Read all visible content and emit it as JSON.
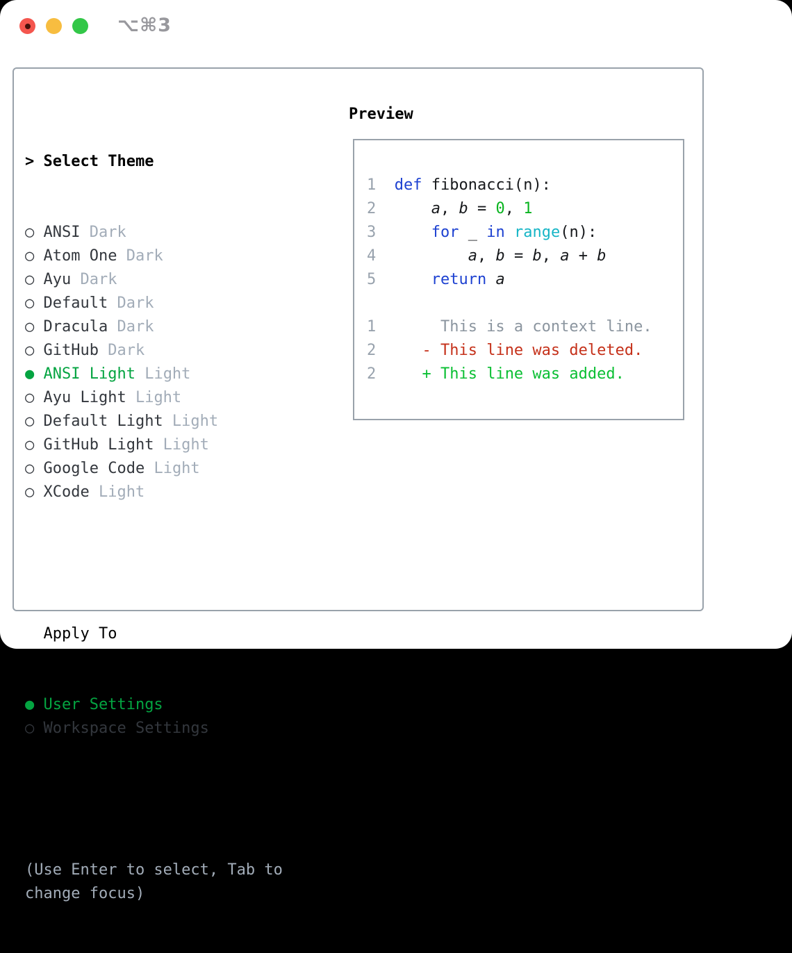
{
  "titlebar": {
    "shortcut": "⌥⌘3"
  },
  "icons": {
    "radio_selected": "●",
    "radio_unselected": "○",
    "prompt": ">"
  },
  "colors": {
    "traffic_red": "#f4564e",
    "traffic_red_dot": "#45100a",
    "traffic_yellow": "#f7bd40",
    "traffic_green": "#33c748",
    "shortcut_gray": "#98989d",
    "border_gray": "#99a2ab",
    "item_dark": "#33373d",
    "muted_gray": "#a2acb8",
    "ui_green": "#04a441",
    "linenum_gray": "#98a2ad",
    "code_black": "#17191c",
    "code_blue": "#1d41d1",
    "code_cyan": "#16b5c6",
    "code_green": "#09b41f",
    "diff_gray": "#8b959f",
    "diff_red": "#c5311a",
    "diff_green": "#0abf33"
  },
  "theme_list": {
    "prompt": ">",
    "title": "Select Theme",
    "items": [
      {
        "label": "ANSI",
        "variant": "Dark",
        "selected": false
      },
      {
        "label": "Atom One",
        "variant": "Dark",
        "selected": false
      },
      {
        "label": "Ayu",
        "variant": "Dark",
        "selected": false
      },
      {
        "label": "Default",
        "variant": "Dark",
        "selected": false
      },
      {
        "label": "Dracula",
        "variant": "Dark",
        "selected": false
      },
      {
        "label": "GitHub",
        "variant": "Dark",
        "selected": false
      },
      {
        "label": "ANSI Light",
        "variant": "Light",
        "selected": true
      },
      {
        "label": "Ayu Light",
        "variant": "Light",
        "selected": false
      },
      {
        "label": "Default Light",
        "variant": "Light",
        "selected": false
      },
      {
        "label": "GitHub Light",
        "variant": "Light",
        "selected": false
      },
      {
        "label": "Google Code",
        "variant": "Light",
        "selected": false
      },
      {
        "label": "XCode",
        "variant": "Light",
        "selected": false
      }
    ]
  },
  "apply_to": {
    "title": "Apply To",
    "options": [
      {
        "label": "User Settings",
        "selected": true
      },
      {
        "label": "Workspace Settings",
        "selected": false
      }
    ]
  },
  "hint": "(Use Enter to select, Tab to change focus)",
  "preview": {
    "title": "Preview",
    "lines": [
      {
        "name": "code-line-1",
        "segments": [
          {
            "text": "1",
            "style": "ln"
          },
          {
            "text": "  ",
            "style": "plain"
          },
          {
            "text": "def",
            "style": "kw"
          },
          {
            "text": " fibonacci(n):",
            "style": "plain"
          }
        ]
      },
      {
        "name": "code-line-2",
        "segments": [
          {
            "text": "2",
            "style": "ln"
          },
          {
            "text": "      ",
            "style": "plain"
          },
          {
            "text": "a",
            "style": "var"
          },
          {
            "text": ", ",
            "style": "plain"
          },
          {
            "text": "b",
            "style": "var"
          },
          {
            "text": " = ",
            "style": "plain"
          },
          {
            "text": "0",
            "style": "num"
          },
          {
            "text": ", ",
            "style": "plain"
          },
          {
            "text": "1",
            "style": "num"
          }
        ]
      },
      {
        "name": "code-line-3",
        "segments": [
          {
            "text": "3",
            "style": "ln"
          },
          {
            "text": "      ",
            "style": "plain"
          },
          {
            "text": "for",
            "style": "kw"
          },
          {
            "text": " _ ",
            "style": "plain"
          },
          {
            "text": "in",
            "style": "kw"
          },
          {
            "text": " ",
            "style": "plain"
          },
          {
            "text": "range",
            "style": "fn"
          },
          {
            "text": "(n):",
            "style": "plain"
          }
        ]
      },
      {
        "name": "code-line-4",
        "segments": [
          {
            "text": "4",
            "style": "ln"
          },
          {
            "text": "          ",
            "style": "plain"
          },
          {
            "text": "a",
            "style": "var"
          },
          {
            "text": ", ",
            "style": "plain"
          },
          {
            "text": "b",
            "style": "var"
          },
          {
            "text": " = ",
            "style": "plain"
          },
          {
            "text": "b",
            "style": "var"
          },
          {
            "text": ", ",
            "style": "plain"
          },
          {
            "text": "a",
            "style": "var"
          },
          {
            "text": " + ",
            "style": "plain"
          },
          {
            "text": "b",
            "style": "var"
          }
        ]
      },
      {
        "name": "code-line-5",
        "segments": [
          {
            "text": "5",
            "style": "ln"
          },
          {
            "text": "      ",
            "style": "plain"
          },
          {
            "text": "return",
            "style": "kw"
          },
          {
            "text": " ",
            "style": "plain"
          },
          {
            "text": "a",
            "style": "var"
          }
        ]
      },
      {
        "name": "blank-line",
        "segments": []
      },
      {
        "name": "diff-context-line",
        "segments": [
          {
            "text": "1",
            "style": "ln"
          },
          {
            "text": "       This is a context line.",
            "style": "ctx"
          }
        ]
      },
      {
        "name": "diff-deleted-line",
        "segments": [
          {
            "text": "2",
            "style": "ln"
          },
          {
            "text": "     ",
            "style": "plain"
          },
          {
            "text": "- This line was deleted.",
            "style": "del"
          }
        ]
      },
      {
        "name": "diff-added-line",
        "segments": [
          {
            "text": "2",
            "style": "ln"
          },
          {
            "text": "     ",
            "style": "plain"
          },
          {
            "text": "+ This line was added.",
            "style": "add"
          }
        ]
      }
    ]
  }
}
